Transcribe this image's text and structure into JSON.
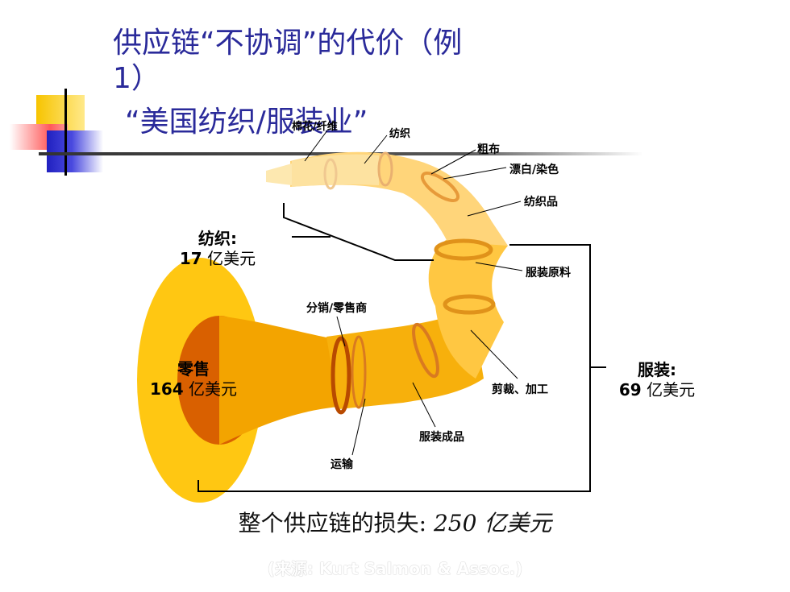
{
  "title": {
    "line1": "供应链“不协调”的代价（例\n1）",
    "line2": "“美国纺织/服装业”"
  },
  "stage_labels": {
    "cotton": "棉花/纤维",
    "weaving": "纺织",
    "cloth": "粗布",
    "bleach": "漂白/染色",
    "textiles": "纺织品",
    "apparel_material": "服装原料",
    "cutting": "剪裁、加工",
    "finished": "服装成品",
    "transport": "运输",
    "distribution": "分销/零售商"
  },
  "segments": {
    "textile": {
      "name": "纺织:",
      "amount": "17",
      "unit": " 亿美元"
    },
    "apparel": {
      "name": "服装:",
      "amount": "69",
      "unit": " 亿美元"
    },
    "retail": {
      "name": "零售",
      "amount": "164",
      "unit": " 亿美元"
    }
  },
  "total": {
    "label": "整个供应链的损失: ",
    "value": "250 亿美元"
  },
  "source": "(来源: Kurt Salmon & Assoc.)",
  "colors": {
    "title": "#2a2a9a",
    "horn_light": "#fde8b0",
    "horn_mid": "#ffc94a",
    "horn_dark": "#f5a800",
    "retail_core": "#d96000"
  }
}
